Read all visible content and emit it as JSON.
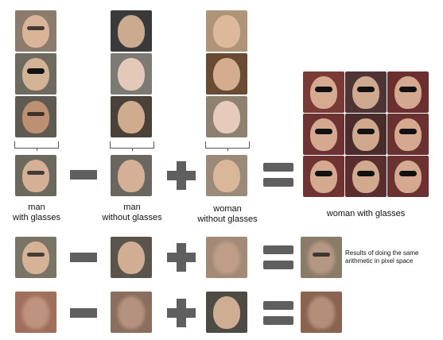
{
  "labels": {
    "man_glasses_line1": "man",
    "man_glasses_line2": "with glasses",
    "man_no_glasses_line1": "man",
    "man_no_glasses_line2": "without glasses",
    "woman_no_glasses_line1": "woman",
    "woman_no_glasses_line2": "without glasses",
    "result": "woman with glasses",
    "pixel_note_line1": "Results of doing the same",
    "pixel_note_line2": "arithmetic in pixel space"
  },
  "colors": {
    "operator": "#5f5f5f",
    "bracket": "#555555"
  }
}
